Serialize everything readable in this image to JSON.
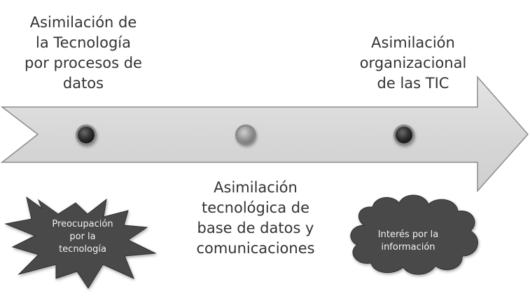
{
  "colors": {
    "arrow_fill": "#d9d9d9",
    "arrow_stroke": "#8c8c8c",
    "dot_dark": "#2f2f2f",
    "dot_light": "#9a9a9a",
    "shape_fill": "#4a4a4a",
    "label_text": "#333333",
    "shape_text": "#f2f2f2"
  },
  "timeline": {
    "stages": [
      {
        "lines": [
          "Asimilación de",
          "la Tecnología",
          "por procesos de",
          "datos"
        ],
        "marker": "dark"
      },
      {
        "lines": [
          "Asimilación",
          "tecnológica de",
          "base de datos y",
          "comunicaciones"
        ],
        "marker": "light"
      },
      {
        "lines": [
          "Asimilación",
          "organizacional",
          "de las TIC"
        ],
        "marker": "dark"
      }
    ]
  },
  "star": {
    "lines": [
      "Preocupación",
      "por la",
      "tecnología"
    ]
  },
  "cloud": {
    "lines": [
      "Interés por la",
      "información"
    ]
  }
}
